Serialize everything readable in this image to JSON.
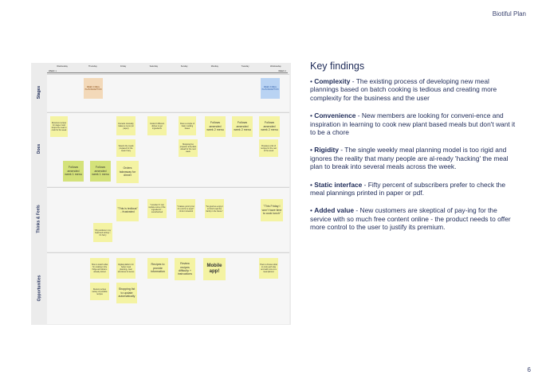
{
  "header": {
    "brand": "Biotiful Plan"
  },
  "footer": {
    "page_number": "6"
  },
  "board": {
    "days": [
      "Wednesday",
      "Thursday",
      "Friday",
      "Saturday",
      "Sunday",
      "Monday",
      "Tuesday",
      "Wednesday"
    ],
    "week_labels": [
      "WEEK 1",
      "WEEK 2"
    ],
    "lanes": [
      "Stages",
      "Does",
      "Thinks & Feels",
      "Opportunities"
    ],
    "notes": {
      "stage1": "WEEK 2 MEAL PLAN RECEPTION",
      "stage2": "WEEK 3 MEAL PLAN RECEPTION",
      "d1": "Receives recipes for stage 2 and shops the meal to cook for the week",
      "d2": "Interests manually, makes a menu (on paper)",
      "d3": "Cooks 6 different dishes to get ingredients",
      "d4": "Does a couple of basic cooking bases",
      "d5": "Follows amended week 2 menu",
      "d6": "Follows amended week 2 menu",
      "d7": "Follows amended week 2 menu",
      "d8": "Selects the meals prepared for the week if any",
      "d9": "Shopping list, prepares and plans ahead for the next week",
      "d10": "Prepares a list of recipes for the rest of the week",
      "d11": "Follows amended week 1 menu",
      "d12": "Follows amended week 1 menu",
      "d13": "Orders takeaway for dinner",
      "t1": "\"This is tedious\" - frustrated",
      "t2": "\"I wonder if I can replace some of the ingredients\" - overwhelmed",
      "t3": "\"It tastes yummy but it's a lot for a week\" - finds it stressful",
      "t4": "\"So good we enjoy it to finish meal the family in the house\"",
      "t5": "\"This Friday I won't have time to cook lunch\"",
      "t6": "\"My positions in my head and writing\" - it's hurry",
      "o1": "How to match what I'm cooking in the fridge and what is already stored",
      "o2": "Digital platform for better meal planning, clear structures & menus",
      "o3": "Recipes to provide information",
      "o4": "Review recipes difficulty + instructions",
      "o5": "Mobile app!",
      "o6": "How to choose what to cook each day and add more to a meal planner",
      "o7": "Review recipes variety of possible recipes",
      "o8": "Shopping list to update automatically"
    }
  },
  "findings": {
    "title": "Key findings",
    "points": [
      {
        "bullet": "•",
        "term": "Complexity",
        "sep": " - ",
        "text": "The existing process of developing new meal plannings based on batch cooking is tedious and creating more complexity for the business and the user"
      },
      {
        "bullet": "•",
        "term": "Convenience",
        "sep": " - ",
        "text": "New members are looking for conveni-ence and inspiration in learning to cook new plant based meals but don't want it to be a chore"
      },
      {
        "bullet": "•",
        "term": "Rigidity",
        "sep": " - ",
        "text": "The single weekly meal planning model is too rigid and ignores the reality that many people are al-ready 'hacking' the meal plan to break into several meals across the week."
      },
      {
        "bullet": "•",
        "term": "Static interface",
        "sep": " - ",
        "text": "Fifty percent of subscribers prefer to check the meal plannings printed in paper or pdf."
      },
      {
        "bullet": "•",
        "term": "Added value",
        "sep": " - ",
        "text": "New customers are skeptical of pay-ing for the service with so much free content online - the product needs to offer more control to the user to justify its premium."
      }
    ]
  }
}
